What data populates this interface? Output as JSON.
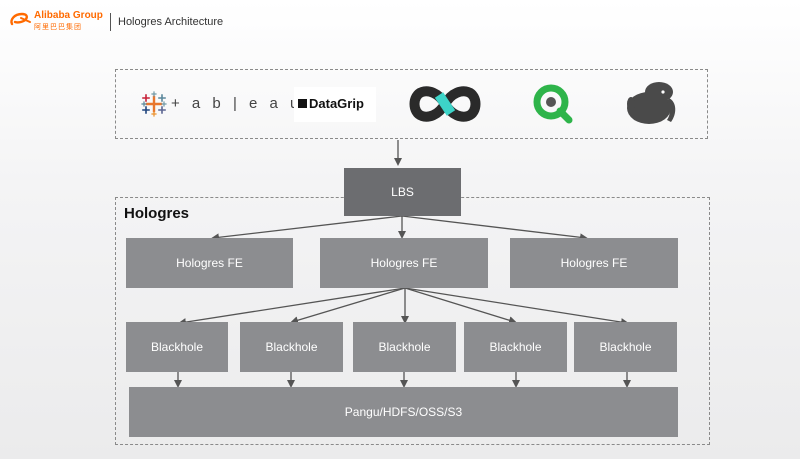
{
  "header": {
    "brand_name": "Alibaba Group",
    "brand_sub": "阿里巴巴集团",
    "title": "Hologres Architecture"
  },
  "tools": {
    "tableau_label": "+ a b | e a u",
    "datagrip_label": "DataGrip"
  },
  "diagram": {
    "lbs_label": "LBS",
    "cluster_label": "Hologres",
    "fe_nodes": [
      "Hologres FE",
      "Hologres FE",
      "Hologres FE"
    ],
    "blackhole_nodes": [
      "Blackhole",
      "Blackhole",
      "Blackhole",
      "Blackhole",
      "Blackhole"
    ],
    "storage_label": "Pangu/HDFS/OSS/S3"
  },
  "colors": {
    "brand_orange": "#ff6a00",
    "node_gray": "#8c8d90",
    "lbs_gray": "#6c6d70",
    "arrow_gray": "#555555",
    "infinity_dark": "#2a2a2a",
    "infinity_teal": "#3dd4c8",
    "qlik_green": "#2eb44a"
  },
  "icons": [
    "alibaba-logo-icon",
    "tableau-icon",
    "datagrip-icon",
    "infinity-tool-icon",
    "qlik-icon",
    "elephant-db-icon"
  ]
}
